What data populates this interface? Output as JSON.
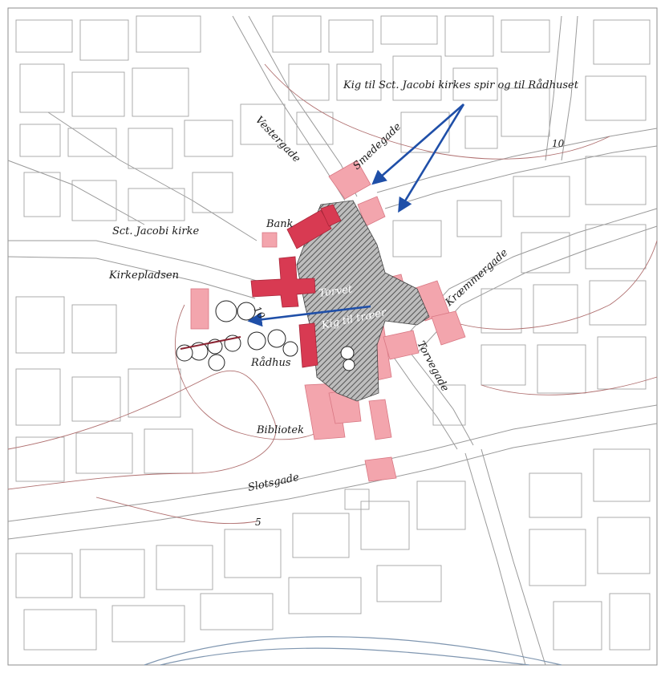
{
  "map": {
    "labels": {
      "view_note": "Kig til Sct. Jacobi kirkes spir og til Rådhuset",
      "vestergade": "Vestergade",
      "smedegade": "Smedegade",
      "bank": "Bank",
      "church": "Sct. Jacobi kirke",
      "kirkepladsen": "Kirkepladsen",
      "torvet": "Torvet",
      "view_square": "Kig til træer",
      "kraemmergade": "Kræmmergade",
      "torvegade": "Torvegade",
      "radhus": "Rådhus",
      "bibliotek": "Bibliotek",
      "slotsgade": "Slotsgade",
      "contour_10_ne": "10",
      "contour_10_w": "10",
      "contour_5": "5"
    },
    "colors": {
      "paper": "#ffffff",
      "building_outline": "#9a9a9a",
      "street_fill": "#f3f3f3",
      "contour": "#b07070",
      "highlight_dark": "#d83a52",
      "highlight_light": "#f3a5ad",
      "square_hatch": "#555555",
      "view_arrow": "#1f4fa8",
      "water": "#8aa0b8"
    },
    "icons": [
      "tree-icon",
      "view-arrow-icon",
      "hatched-square"
    ]
  }
}
